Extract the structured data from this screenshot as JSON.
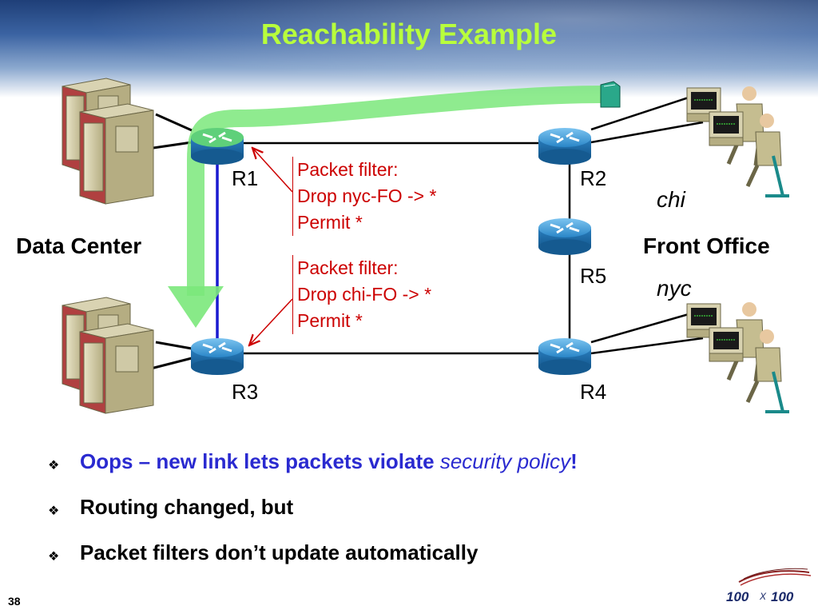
{
  "title": "Reachability Example",
  "routers": {
    "r1": "R1",
    "r2": "R2",
    "r3": "R3",
    "r4": "R4",
    "r5": "R5"
  },
  "sites": {
    "data_center": "Data Center",
    "front_office": "Front Office",
    "chi": "chi",
    "nyc": "nyc"
  },
  "filters": [
    {
      "lines": [
        "Packet filter:",
        "Drop nyc-FO -> *",
        "Permit *"
      ]
    },
    {
      "lines": [
        "Packet filter:",
        "Drop chi-FO -> *",
        "Permit *"
      ]
    }
  ],
  "bullets": [
    {
      "text": "Oops – new link lets packets violate ",
      "emphasis": "security policy",
      "end": "!"
    },
    {
      "text": "Routing changed, but"
    },
    {
      "text": "Packet filters don’t update automatically"
    }
  ],
  "page_number": "38",
  "logo": {
    "left": "100",
    "x": "X",
    "right": "100"
  },
  "colors": {
    "title": "#b8ff3c",
    "highlight_path": "#7be87b",
    "filter": "#cc0000",
    "bullet_blue": "#2a2ad0",
    "router": "#2a86c8",
    "link_blue": "#1a1ad0"
  }
}
